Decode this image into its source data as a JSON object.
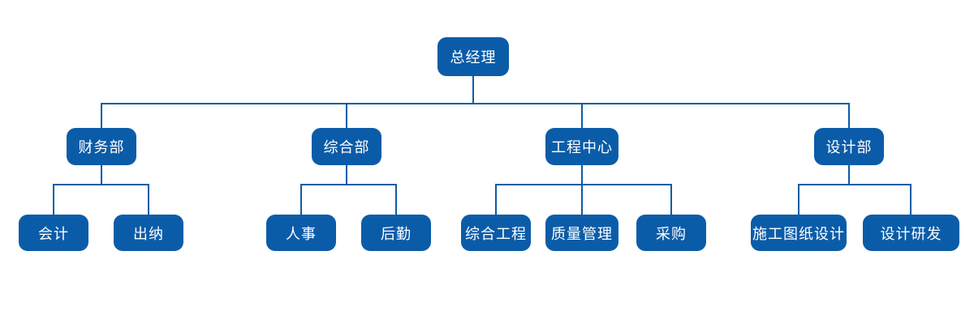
{
  "org_chart": {
    "type": "org-chart",
    "node_fill_color": "#0b5ca8",
    "node_text_color": "#ffffff",
    "connector_color": "#0b5ca8",
    "background_color": "#ffffff",
    "root": {
      "label": "总经理"
    },
    "departments": [
      {
        "label": "财务部",
        "children": [
          {
            "label": "会计"
          },
          {
            "label": "出纳"
          }
        ]
      },
      {
        "label": "综合部",
        "children": [
          {
            "label": "人事"
          },
          {
            "label": "后勤"
          }
        ]
      },
      {
        "label": "工程中心",
        "children": [
          {
            "label": "综合工程"
          },
          {
            "label": "质量管理"
          },
          {
            "label": "采购"
          }
        ]
      },
      {
        "label": "设计部",
        "children": [
          {
            "label": "施工图纸设计"
          },
          {
            "label": "设计研发"
          }
        ]
      }
    ]
  }
}
